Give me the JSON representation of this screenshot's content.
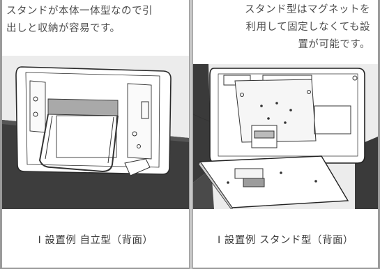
{
  "left_panel": {
    "caption": "スタンドが本体一体型なので引\n出しと収納が容易です。",
    "label": "I 設置例 自立型（背面）"
  },
  "right_panel": {
    "caption": "スタンド型はマグネットを\n利用して固定しなくても設\n置が可能です。",
    "label": "I 設置例 スタンド型（背面）"
  },
  "colors": {
    "frame": "#9a9a9a",
    "text": "#4d4d4d",
    "table_dark": "#3a3a3a",
    "background_gray": "#ececec"
  }
}
